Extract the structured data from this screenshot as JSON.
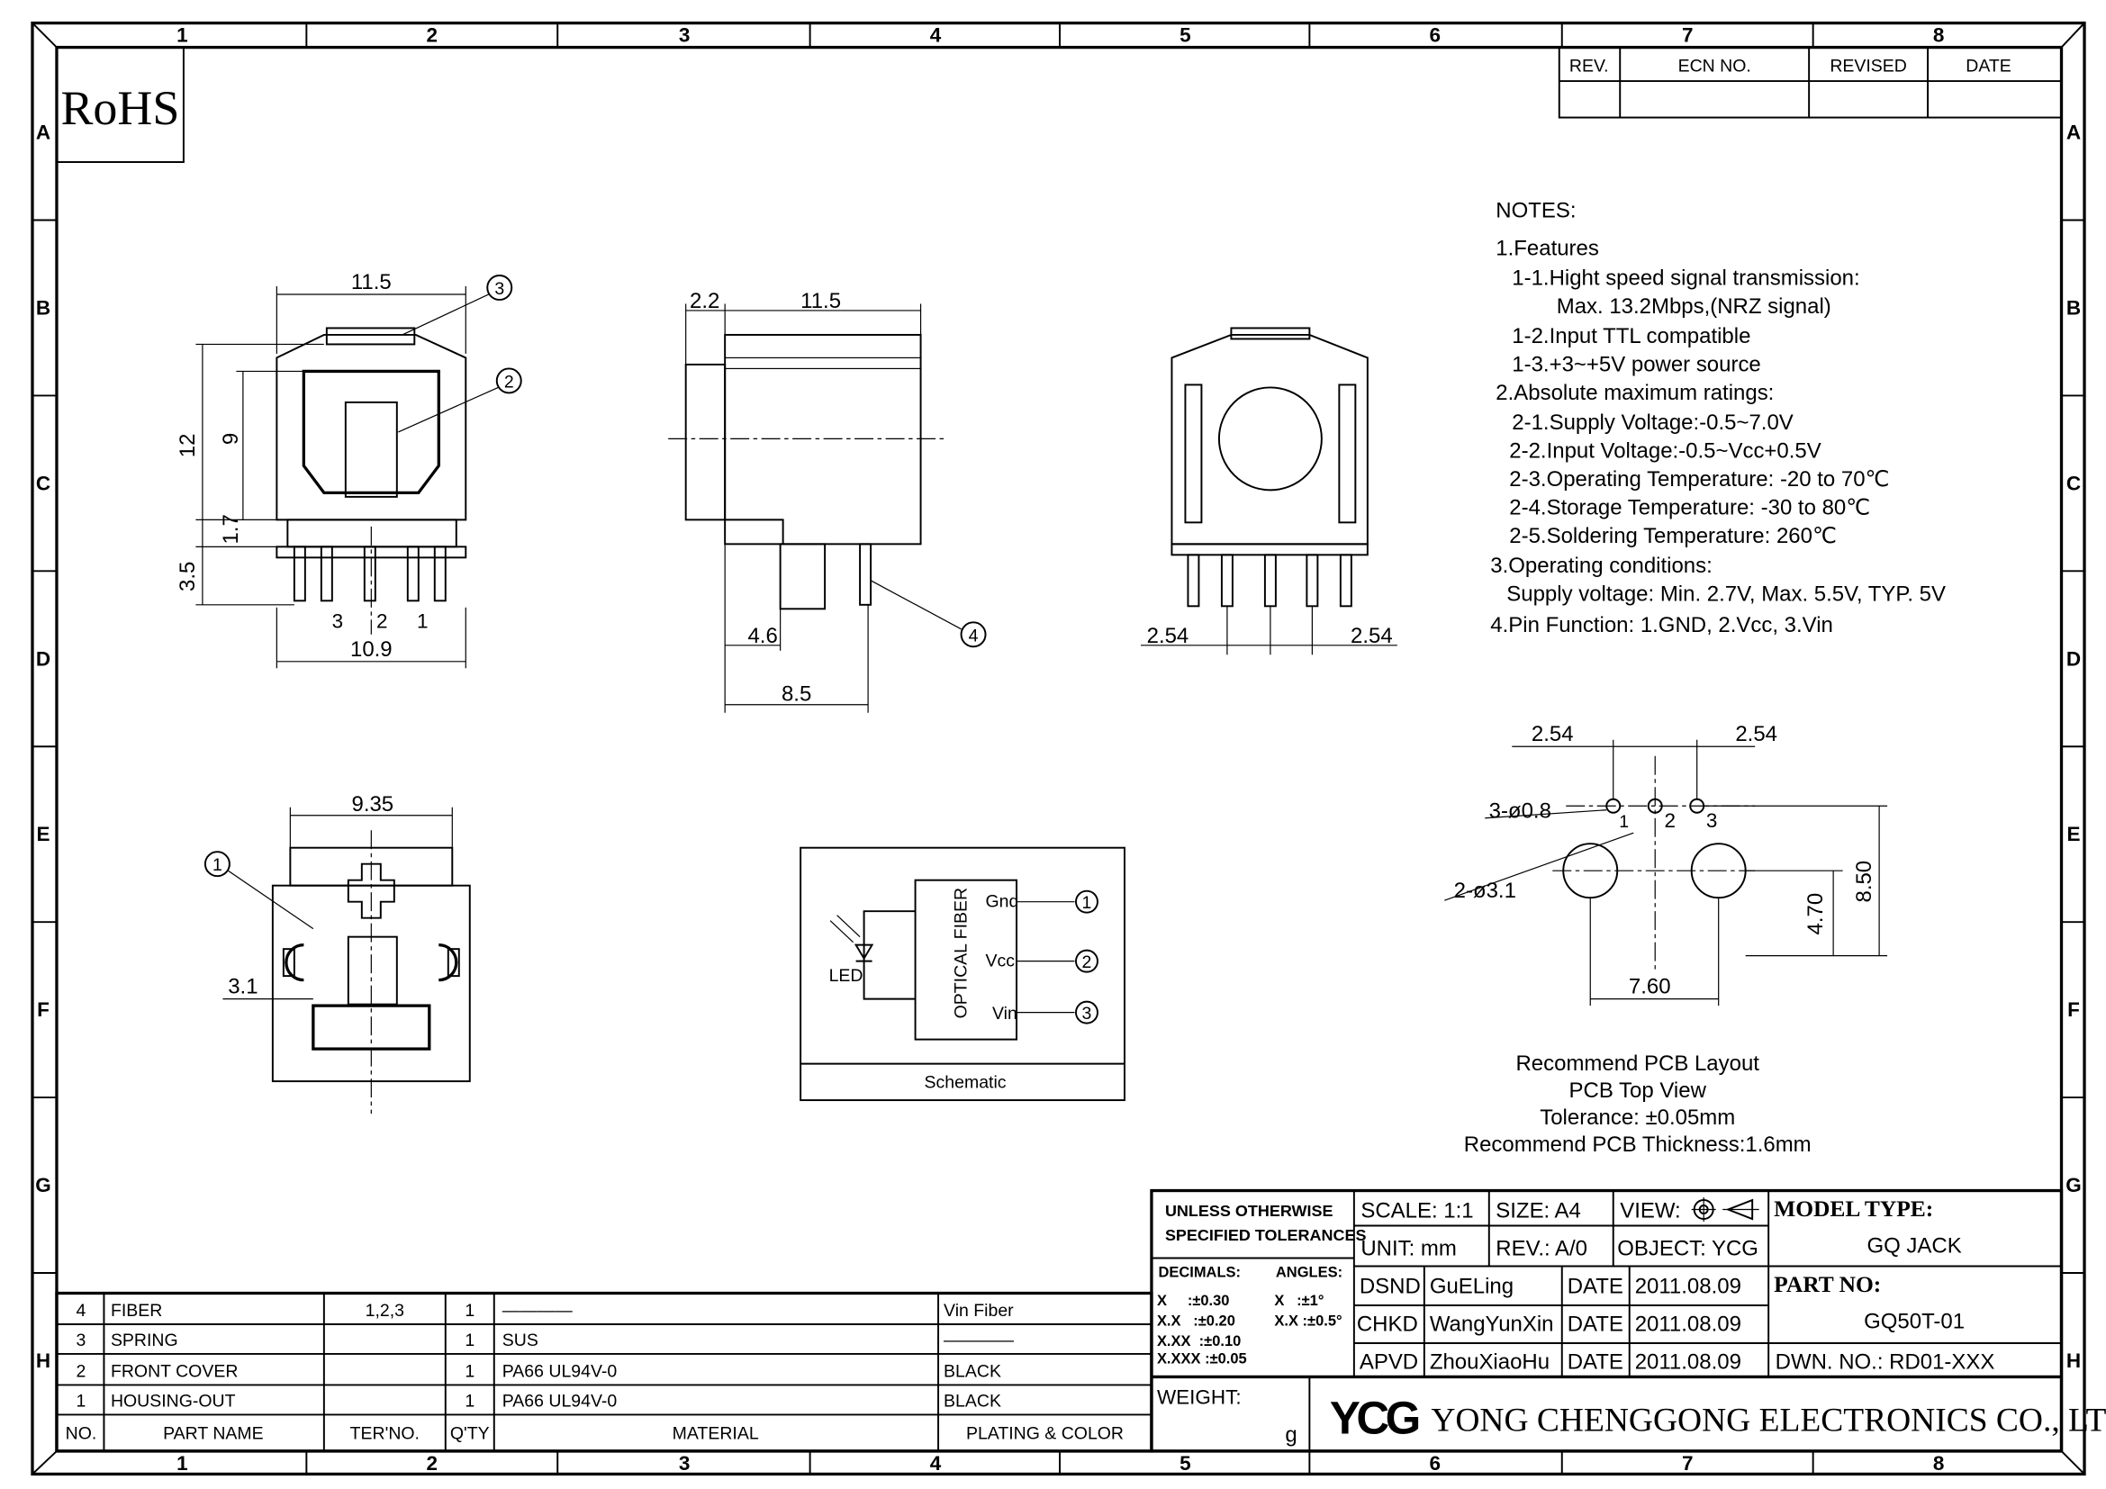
{
  "zones": {
    "columns": [
      "1",
      "2",
      "3",
      "4",
      "5",
      "6",
      "7",
      "8"
    ],
    "rows": [
      "A",
      "B",
      "C",
      "D",
      "E",
      "F",
      "G",
      "H"
    ]
  },
  "logo": {
    "rohs": "RoHS"
  },
  "revision_table": {
    "headers": [
      "REV.",
      "ECN NO.",
      "REVISED",
      "DATE"
    ]
  },
  "notes": {
    "title": "NOTES:",
    "lines": [
      "1.Features",
      "1-1.Hight  speed  signal  transmission:",
      "Max.  13.2Mbps,(NRZ  signal)",
      "1-2.Input  TTL  compatible",
      "1-3.+3~+5V  power  source",
      "2.Absolute  maximum  ratings:",
      "2-1.Supply  Voltage:-0.5~7.0V",
      "2-2.Input  Voltage:-0.5~Vcc+0.5V",
      "2-3.Operating  Temperature:  -20  to  70℃",
      "2-4.Storage  Temperature:  -30  to  80℃",
      "2-5.Soldering  Temperature:  260℃",
      "3.Operating  conditions:",
      "Supply  voltage:  Min.  2.7V,  Max.  5.5V,  TYP.  5V",
      "4.Pin  Function:  1.GND,  2.Vcc,  3.Vin"
    ]
  },
  "front_view": {
    "dims": {
      "width_top": "11.5",
      "height_total": "12",
      "height_inner": "9",
      "d1_7": "1.7",
      "d3_5": "3.5",
      "width_bottom": "10.9"
    },
    "pins": [
      "3",
      "2",
      "1"
    ],
    "callouts": [
      "3",
      "2"
    ]
  },
  "side_view": {
    "dims": {
      "d2_2": "2.2",
      "d11_5": "11.5",
      "d4_6": "4.6",
      "d8_5": "8.5"
    },
    "callout": "4"
  },
  "back_view": {
    "dims": {
      "left": "2.54",
      "right": "2.54"
    }
  },
  "bottom_view": {
    "dims": {
      "width": "9.35",
      "d3_1": "3.1"
    },
    "callout": "1"
  },
  "schematic": {
    "title": "Schematic",
    "box_label": "OPTICAL FIBER",
    "led": "LED",
    "pins": [
      {
        "name": "Gnd",
        "num": "1"
      },
      {
        "name": "Vcc",
        "num": "2"
      },
      {
        "name": "Vin",
        "num": "3"
      }
    ]
  },
  "pcb_layout": {
    "dims": {
      "left": "2.54",
      "right": "2.54",
      "holes_small": "3-ø0.8",
      "holes_large": "2-ø3.1",
      "d4_70": "4.70",
      "d8_50": "8.50",
      "d7_60": "7.60"
    },
    "pin_labels": [
      "1",
      "2",
      "3"
    ],
    "caption": [
      "Recommend  PCB  Layout",
      "PCB  Top  View",
      "Tolerance:  ±0.05mm",
      "Recommend  PCB  Thickness:1.6mm"
    ]
  },
  "bom": {
    "headers": [
      "NO.",
      "PART NAME",
      "TER'NO.",
      "Q'TY",
      "MATERIAL",
      "PLATING & COLOR"
    ],
    "rows": [
      {
        "no": "4",
        "name": "FIBER",
        "ter": "1,2,3",
        "qty": "1",
        "material": "————",
        "plating": "Vin  Fiber"
      },
      {
        "no": "3",
        "name": "SPRING",
        "ter": "",
        "qty": "1",
        "material": "SUS",
        "plating": "————"
      },
      {
        "no": "2",
        "name": "FRONT  COVER",
        "ter": "",
        "qty": "1",
        "material": "PA66  UL94V-0",
        "plating": "BLACK"
      },
      {
        "no": "1",
        "name": "HOUSING-OUT",
        "ter": "",
        "qty": "1",
        "material": "PA66  UL94V-0",
        "plating": "BLACK"
      }
    ]
  },
  "title_block": {
    "tolerance_title": [
      "UNLESS  OTHERWISE",
      "SPECIFIED  TOLERANCES"
    ],
    "decimals_label": "DECIMALS:",
    "angles_label": "ANGLES:",
    "decimals": [
      "X     :±0.30",
      "X.X   :±0.20",
      "X.XX  :±0.10",
      "X.XXX :±0.05"
    ],
    "angles": [
      "X   :±1°",
      "X.X :±0.5°"
    ],
    "weight_label": "WEIGHT:",
    "weight_unit": "g",
    "scale": "SCALE:  1:1",
    "size": "SIZE:  A4",
    "view": "VIEW:",
    "unit": "UNIT:  mm",
    "rev": "REV.:  A/0",
    "object": "OBJECT:  YCG",
    "approvals": [
      {
        "role": "DSND",
        "name": "GuELing",
        "date_label": "DATE",
        "date": "2011.08.09"
      },
      {
        "role": "CHKD",
        "name": "WangYunXin",
        "date_label": "DATE",
        "date": "2011.08.09"
      },
      {
        "role": "APVD",
        "name": "ZhouXiaoHu",
        "date_label": "DATE",
        "date": "2011.08.09"
      }
    ],
    "model_type_label": "MODEL  TYPE:",
    "model_type": "GQ  JACK",
    "part_no_label": "PART  NO:",
    "part_no": "GQ50T-01",
    "dwn_no": "DWN.  NO.:  RD01-XXX",
    "company_logo": "YCG",
    "company": "YONG  CHENGGONG  ELECTRONICS  CO.,  LTD."
  }
}
